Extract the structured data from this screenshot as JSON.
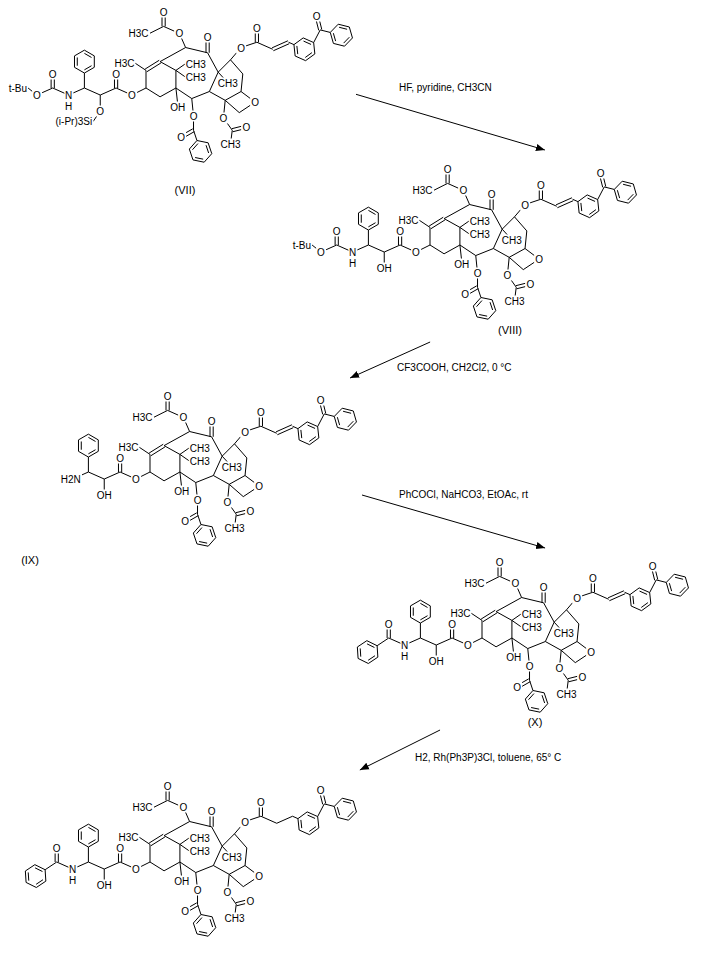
{
  "diagram": {
    "nodes": [
      {
        "text": [
          "H3C",
          "O",
          "O",
          "O",
          "CH3",
          "O",
          "O",
          "O",
          "H3C",
          "CH3",
          "CH3",
          "OH",
          "O",
          "O",
          "O",
          "O",
          "O",
          "CH3",
          "O",
          "O",
          "O",
          "(i-Pr)3Si",
          "N",
          "H",
          "O",
          "O",
          "t-Bu",
          "(VII)"
        ]
      },
      {
        "text": [
          "H3C",
          "O",
          "O",
          "O",
          "CH3",
          "O",
          "O",
          "O",
          "H3C",
          "CH3",
          "CH3",
          "OH",
          "O",
          "O",
          "O",
          "O",
          "O",
          "CH3",
          "O",
          "O",
          "OH",
          "N",
          "H",
          "O",
          "O",
          "t-Bu",
          "(VIII)"
        ]
      },
      {
        "text": [
          "H3C",
          "O",
          "O",
          "O",
          "CH3",
          "O",
          "O",
          "O",
          "H3C",
          "CH3",
          "CH3",
          "OH",
          "O",
          "O",
          "O",
          "O",
          "O",
          "CH3",
          "O",
          "O",
          "OH",
          "H2N",
          "(IX)"
        ]
      },
      {
        "text": [
          "H3C",
          "O",
          "O",
          "O",
          "CH3",
          "O",
          "O",
          "O",
          "H3C",
          "CH3",
          "CH3",
          "OH",
          "O",
          "O",
          "O",
          "O",
          "O",
          "CH3",
          "O",
          "O",
          "OH",
          "N",
          "H",
          "O",
          "(X)"
        ]
      },
      {
        "text": [
          "H3C",
          "O",
          "O",
          "O",
          "CH3",
          "O",
          "O",
          "O",
          "H3C",
          "CH3",
          "CH3",
          "OH",
          "O",
          "O",
          "O",
          "O",
          "O",
          "CH3",
          "O",
          "O",
          "OH",
          "N",
          "H",
          "O"
        ]
      }
    ],
    "edges": [
      {
        "from": 0,
        "to": 1,
        "arrow": "to",
        "label": "HF, pyridine, CH3CN"
      },
      {
        "from": 1,
        "to": 2,
        "arrow": "to",
        "label": "CF3COOH, CH2Cl2, 0 °C"
      },
      {
        "from": 2,
        "to": 3,
        "arrow": "to",
        "label": "PhCOCl, NaHCO3, EtOAc, rt"
      },
      {
        "from": 3,
        "to": 4,
        "arrow": "to",
        "label": "H2, Rh(Ph3P)3Cl, toluene, 65° C"
      }
    ]
  }
}
